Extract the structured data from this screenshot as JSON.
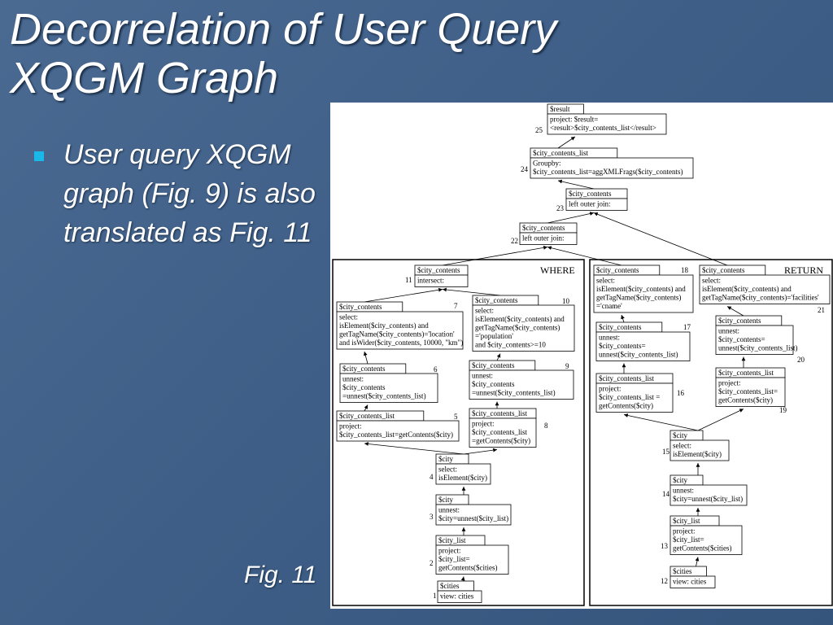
{
  "slide": {
    "title_line1": "Decorrelation of User Query",
    "title_line2": "XQGM Graph",
    "bullet": "User query XQGM graph (Fig. 9) is  also translated as Fig. 11",
    "caption": "Fig. 11",
    "colors": {
      "background": "#45658e",
      "bullet": "#19b8e8",
      "text": "#ffffff"
    }
  },
  "figure": {
    "panels": {
      "where": "WHERE",
      "return": "RETURN"
    },
    "nodes": [
      {
        "id": "25",
        "num": "25",
        "lines": [
          "$result",
          "project: $result=",
          "<result>$city_contents_list</result>"
        ]
      },
      {
        "id": "24",
        "num": "24",
        "lines": [
          "$city_contents_list",
          "Groupby:",
          "$city_contents_list=aggXMLFrags($city_contents)"
        ]
      },
      {
        "id": "23",
        "num": "23",
        "lines": [
          "$city_contents",
          "left outer join:"
        ]
      },
      {
        "id": "22",
        "num": "22",
        "lines": [
          "$city_contents",
          "left outer join:"
        ]
      },
      {
        "id": "11",
        "num": "11",
        "lines": [
          "$city_contents",
          "intersect:"
        ]
      },
      {
        "id": "7",
        "num": "7",
        "lines": [
          "$city_contents",
          "select:",
          "isElement($city_contents)  and",
          "getTagName($city_contents)='location'",
          "and isWider($city_contents, 10000, \"km\")"
        ]
      },
      {
        "id": "10",
        "num": "10",
        "lines": [
          "$city_contents",
          "select:",
          "isElement($city_contents)  and",
          "getTagName($city_contents)",
          "  ='population'",
          "and $city_contents>=10"
        ]
      },
      {
        "id": "6",
        "num": "6",
        "lines": [
          "$city_contents",
          "unnest:",
          "$city_contents",
          "  =unnest($city_contents_list)"
        ]
      },
      {
        "id": "9",
        "num": "9",
        "lines": [
          "$city_contents",
          "unnest:",
          "$city_contents",
          "  =unnest($city_contents_list)"
        ]
      },
      {
        "id": "5",
        "num": "5",
        "lines": [
          "$city_contents_list",
          "project:",
          "$city_contents_list=getContents($city)"
        ]
      },
      {
        "id": "8",
        "num": "8",
        "lines": [
          "$city_contents_list",
          "project:",
          "$city_contents_list",
          "  =getContents($city)"
        ]
      },
      {
        "id": "4",
        "num": "4",
        "lines": [
          "$city",
          "select:",
          "isElement($city)"
        ]
      },
      {
        "id": "3",
        "num": "3",
        "lines": [
          "$city",
          "unnest:",
          "$city=unnest($city_list)"
        ]
      },
      {
        "id": "2",
        "num": "2",
        "lines": [
          "$city_list",
          "project:",
          "$city_list=",
          "  getContents($cities)"
        ]
      },
      {
        "id": "1",
        "num": "1",
        "lines": [
          "$cities",
          "view: cities"
        ]
      },
      {
        "id": "18",
        "num": "18",
        "lines": [
          "$city_contents",
          "select:",
          "isElement($city_contents) and",
          "getTagName($city_contents)",
          "  ='cname'"
        ]
      },
      {
        "id": "21",
        "num": "21",
        "lines": [
          "$city_contents",
          "select:",
          "isElement($city_contents) and",
          "getTagName($city_contents)='facilities'"
        ]
      },
      {
        "id": "17",
        "num": "17",
        "lines": [
          "$city_contents",
          "unnest:",
          "$city_contents=",
          "  unnest($city_contents_list)"
        ]
      },
      {
        "id": "20",
        "num": "20",
        "lines": [
          "$city_contents",
          "unnest:",
          "$city_contents=",
          "  unnest($city_contents_list)"
        ]
      },
      {
        "id": "16",
        "num": "16",
        "lines": [
          "$city_contents_list",
          "project:",
          "$city_contents_list =",
          "  getContents($city)"
        ]
      },
      {
        "id": "19",
        "num": "19",
        "lines": [
          "$city_contents_list",
          "project:",
          "$city_contents_list=",
          "  getContents($city)"
        ]
      },
      {
        "id": "15",
        "num": "15",
        "lines": [
          "$city",
          "select:",
          "isElement($city)"
        ]
      },
      {
        "id": "14",
        "num": "14",
        "lines": [
          "$city",
          "unnest:",
          "$city=unnest($city_list)"
        ]
      },
      {
        "id": "13",
        "num": "13",
        "lines": [
          "$city_list",
          "project:",
          "$city_list=",
          "  getContents($cities)"
        ]
      },
      {
        "id": "12",
        "num": "12",
        "lines": [
          "$cities",
          "view: cities"
        ]
      }
    ],
    "edges": [
      [
        "24",
        "25"
      ],
      [
        "23",
        "24"
      ],
      [
        "22",
        "23"
      ],
      [
        "11",
        "22"
      ],
      [
        "18",
        "22"
      ],
      [
        "21",
        "23"
      ],
      [
        "7",
        "11"
      ],
      [
        "10",
        "11"
      ],
      [
        "6",
        "7"
      ],
      [
        "9",
        "10"
      ],
      [
        "5",
        "6"
      ],
      [
        "8",
        "9"
      ],
      [
        "4",
        "5"
      ],
      [
        "4",
        "8"
      ],
      [
        "3",
        "4"
      ],
      [
        "2",
        "3"
      ],
      [
        "1",
        "2"
      ],
      [
        "17",
        "18"
      ],
      [
        "20",
        "21"
      ],
      [
        "16",
        "17"
      ],
      [
        "19",
        "20"
      ],
      [
        "15",
        "16"
      ],
      [
        "15",
        "19"
      ],
      [
        "14",
        "15"
      ],
      [
        "13",
        "14"
      ],
      [
        "12",
        "13"
      ]
    ]
  }
}
